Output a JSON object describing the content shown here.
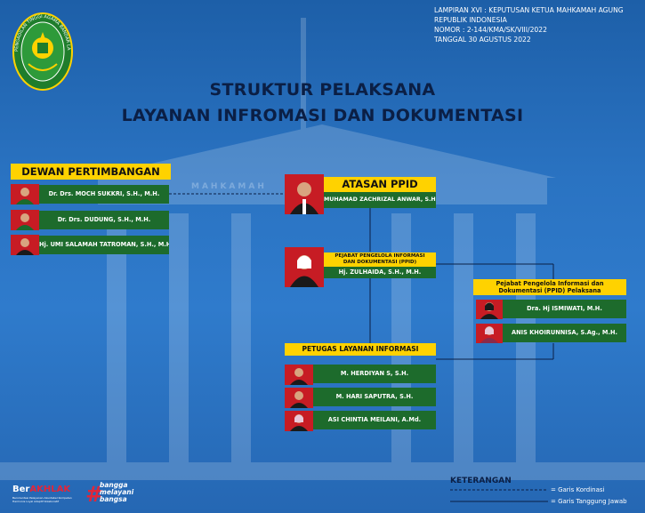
{
  "header": {
    "decree_lines": [
      "LAMPIRAN XVI : KEPUTUSAN KETUA MAHKAMAH AGUNG",
      "REPUBLIK INDONESIA",
      "NOMOR : 2-144/KMA/SK/VIII/2022",
      "TANGGAL 30 AGUSTUS 2022"
    ],
    "title_line1": "STRUKTUR PELAKSANA",
    "title_line2": "LAYANAN INFROMASI DAN DOKUMENTASI",
    "logo_text": "PENGADILAN TINGGI AGAMA BANDAR LAMPUNG",
    "building_text": "MAHKAMAH"
  },
  "dewan": {
    "heading": "DEWAN PERTIMBANGAN",
    "members": [
      "Dr. Drs. MOCH SUKKRI, S.H., M.H.",
      "Dr. Drs. DUDUNG, S.H., M.H.",
      "Hj. UMI SALAMAH TATROMAN, S.H., M.H."
    ]
  },
  "atasan": {
    "heading": "ATASAN PPID",
    "name": "MUHAMAD ZACHRIZAL ANWAR, S.H."
  },
  "pengelola": {
    "heading_line1": "PEJABAT PENGELOLA INFORMASI",
    "heading_line2": "DAN DOKUMENTASI (PPID)",
    "name": "Hj. ZULHAIDA, S.H., M.H."
  },
  "pelaksana": {
    "heading_line1": "Pejabat Pengelola Informasi dan",
    "heading_line2": "Dokumentasi (PPID) Pelaksana",
    "members": [
      "Dra. Hj ISMIWATI, M.H.",
      "ANIS KHOIRUNNISA, S.Ag., M.H."
    ]
  },
  "petugas": {
    "heading": "PETUGAS LAYANAN INFORMASI",
    "members": [
      "M. HERDIYAN S, S.H.",
      "M. HARI SAPUTRA, S.H.",
      "ASI CHINTIA MEILANI, A.Md."
    ]
  },
  "legend": {
    "title": "KETERANGAN",
    "items": [
      {
        "label": "= Garis Kordinasi",
        "style": "dashed"
      },
      {
        "label": "= Garis Tanggung Jawab",
        "style": "solid"
      }
    ]
  },
  "footer": {
    "berakhlak_a": "Ber",
    "berakhlak_b": "AKHLAK",
    "berakhlak_sub": "Berorientasi Pelayanan Akuntabel Kompeten Harmonis Loyal Adaptif Kolaboratif",
    "bangga_1": "bangga",
    "bangga_2": "melayani",
    "bangga_3": "bangsa"
  },
  "colors": {
    "yellow": "#ffd200",
    "green": "#1d6b2c",
    "navy": "#0b1f45",
    "photo_red": "#c71c24"
  }
}
